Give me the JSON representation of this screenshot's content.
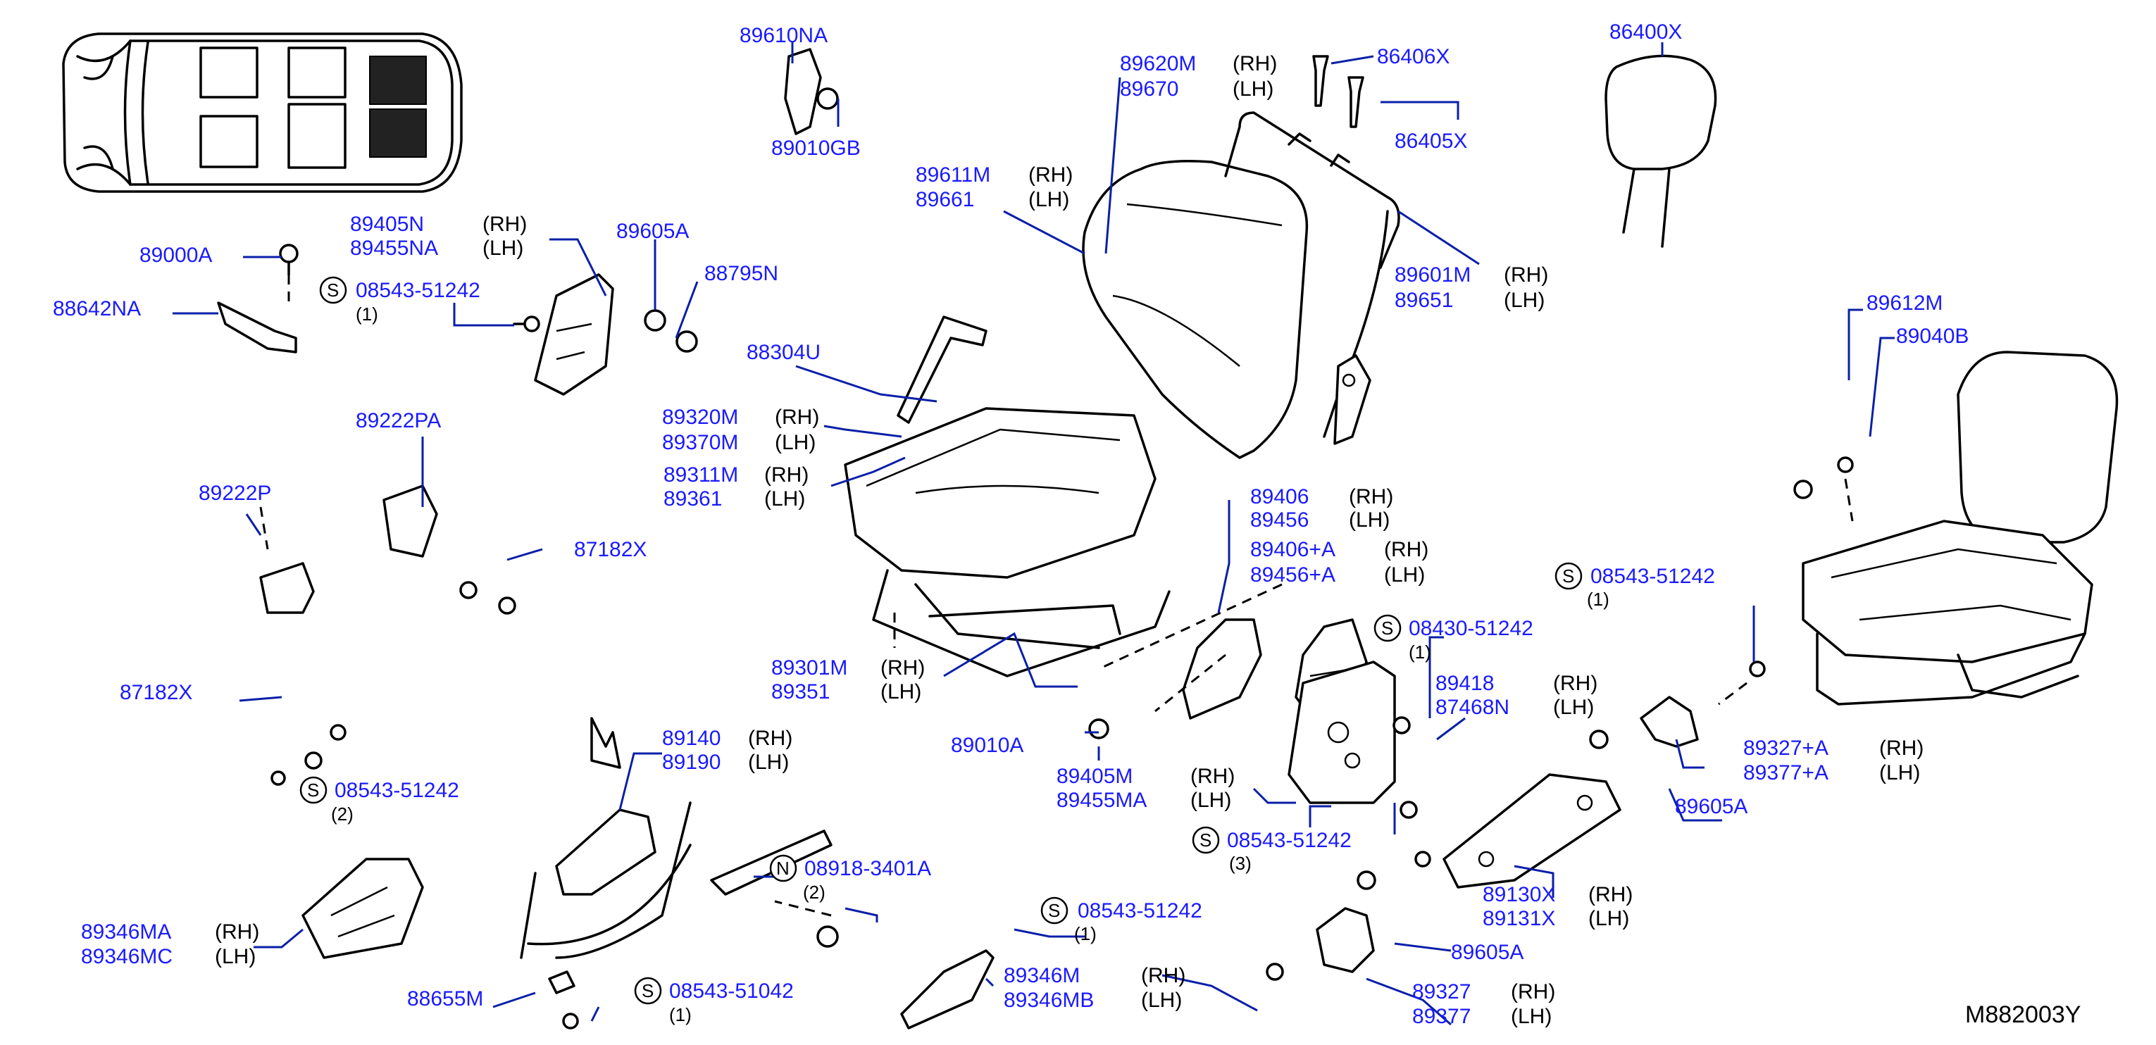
{
  "callouts": [
    {
      "pn": "89610NA"
    },
    {
      "pn": "89010GB"
    },
    {
      "pn": "89620M",
      "side": "(RH)"
    },
    {
      "pn": "89670",
      "side": "(LH)"
    },
    {
      "pn": "86406X"
    },
    {
      "pn": "86405X"
    },
    {
      "pn": "86400X"
    },
    {
      "pn": "89611M",
      "side": "(RH)"
    },
    {
      "pn": "89661",
      "side": "(LH)"
    },
    {
      "pn": "89405N",
      "side": "(RH)"
    },
    {
      "pn": "89455NA",
      "side": "(LH)"
    },
    {
      "pn": "89605A"
    },
    {
      "pn": "88795N"
    },
    {
      "pn": "89000A"
    },
    {
      "pn": "08543-51242",
      "sym": "S",
      "qty": "(1)"
    },
    {
      "pn": "88642NA"
    },
    {
      "pn": "89601M",
      "side": "(RH)"
    },
    {
      "pn": "89651",
      "side": "(LH)"
    },
    {
      "pn": "89612M"
    },
    {
      "pn": "89040B"
    },
    {
      "pn": "88304U"
    },
    {
      "pn": "89222PA"
    },
    {
      "pn": "89320M",
      "side": "(RH)"
    },
    {
      "pn": "89370M",
      "side": "(LH)"
    },
    {
      "pn": "89311M",
      "side": "(RH)"
    },
    {
      "pn": "89361",
      "side": "(LH)"
    },
    {
      "pn": "89222P"
    },
    {
      "pn": "89406",
      "side": "(RH)"
    },
    {
      "pn": "89456",
      "side": "(LH)"
    },
    {
      "pn": "89406+A",
      "side": "(RH)"
    },
    {
      "pn": "89456+A",
      "side": "(LH)"
    },
    {
      "pn": "87182X"
    },
    {
      "pn": "87182X"
    },
    {
      "pn": "08543-51242",
      "sym": "S",
      "qty": "(1)"
    },
    {
      "pn": "08430-51242",
      "sym": "S",
      "qty": "(1)"
    },
    {
      "pn": "89301M",
      "side": "(RH)"
    },
    {
      "pn": "89351",
      "side": "(LH)"
    },
    {
      "pn": "89418",
      "side": "(RH)"
    },
    {
      "pn": "87468N",
      "side": "(LH)"
    },
    {
      "pn": "89010A"
    },
    {
      "pn": "89140",
      "side": "(RH)"
    },
    {
      "pn": "89190",
      "side": "(LH)"
    },
    {
      "pn": "89327+A",
      "side": "(RH)"
    },
    {
      "pn": "89377+A",
      "side": "(LH)"
    },
    {
      "pn": "89405M"
    },
    {
      "pn": "89455MA"
    },
    {
      "side": "(RH)"
    },
    {
      "side": "(LH)"
    },
    {
      "pn": "08543-51242",
      "sym": "S",
      "qty": "(2)"
    },
    {
      "pn": "89605A"
    },
    {
      "pn": "08543-51242",
      "sym": "S",
      "qty": "(3)"
    },
    {
      "pn": "08918-3401A",
      "sym": "N",
      "qty": "(2)"
    },
    {
      "pn": "89130X",
      "side": "(RH)"
    },
    {
      "pn": "89131X",
      "side": "(LH)"
    },
    {
      "pn": "08543-51242",
      "sym": "S",
      "qty": "(1)"
    },
    {
      "pn": "89346MA",
      "side": "(RH)"
    },
    {
      "pn": "89346MC",
      "side": "(LH)"
    },
    {
      "pn": "89605A"
    },
    {
      "pn": "89346M",
      "side": "(RH)"
    },
    {
      "pn": "89346MB",
      "side": "(LH)"
    },
    {
      "pn": "89327",
      "side": "(RH)"
    },
    {
      "pn": "89377",
      "side": "(LH)"
    },
    {
      "pn": "88655M"
    },
    {
      "pn": "08543-51042",
      "sym": "S",
      "qty": "(1)"
    }
  ],
  "diagram_code": "M882003Y",
  "colors": {
    "part_number": "#1a1aff",
    "leader": "#0a1fa8",
    "drawing": "#000000"
  }
}
